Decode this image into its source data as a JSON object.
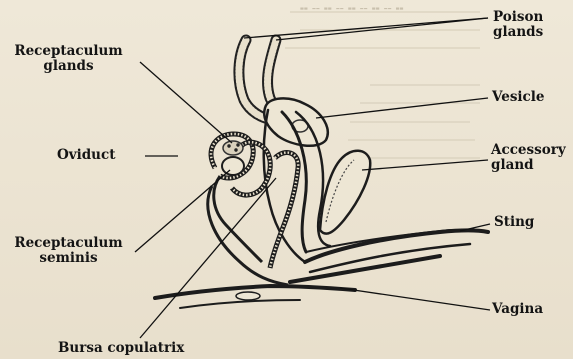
{
  "figure": {
    "labels": {
      "poison_glands": [
        "Poison",
        "glands"
      ],
      "receptaculum_glands": [
        "Receptaculum",
        "glands"
      ],
      "vesicle": "Vesicle",
      "oviduct": "Oviduct",
      "accessory_gland": [
        "Accessory",
        "gland"
      ],
      "sting": "Sting",
      "receptaculum_seminis": [
        "Receptaculum",
        "seminis"
      ],
      "vagina": "Vagina",
      "bursa_copulatrix": "Bursa copulatrix"
    }
  }
}
